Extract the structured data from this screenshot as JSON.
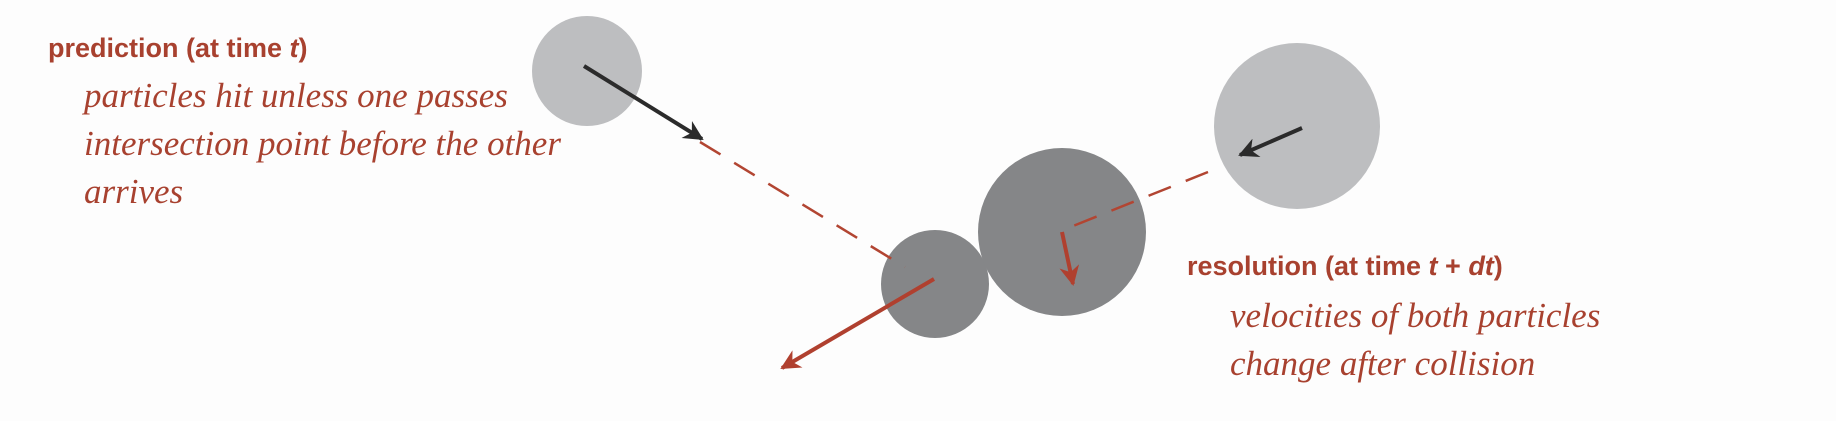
{
  "prediction": {
    "heading_prefix": "prediction  (at time ",
    "heading_var": "t",
    "heading_suffix": ")",
    "lines": [
      "particles hit unless one passes",
      "intersection point before the other",
      "arrives"
    ]
  },
  "resolution": {
    "heading_prefix": "resolution (at time ",
    "heading_var_1": "t",
    "heading_plus": " + ",
    "heading_var_2": "dt",
    "heading_suffix": ")",
    "lines": [
      "velocities of both particles",
      "change after collision"
    ]
  },
  "colors": {
    "text": "#a8412f",
    "velocity_before": "#2b2b2b",
    "velocity_after": "#b0402f",
    "trajectory": "#b24532",
    "particle_initial": "#bdbec0",
    "particle_at_collision": "#858688"
  }
}
